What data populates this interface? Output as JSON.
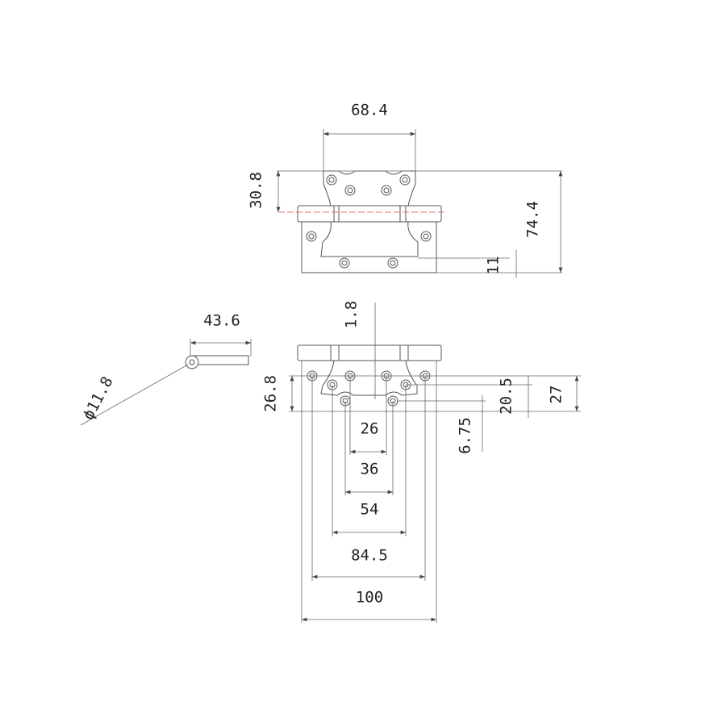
{
  "title": "Hinge technical drawing",
  "top_view": {
    "dims": {
      "width_top_leaf": "68.4",
      "top_to_pin": "30.8",
      "overall_height": "74.4",
      "bottom_offset": "11"
    }
  },
  "front_view": {
    "dims": {
      "pin_offset": "1.8",
      "hole_row_span": "26.8",
      "right_span": "27",
      "mid_span": "20.5",
      "low_hole": "6.75",
      "h26": "26",
      "h36": "36",
      "h54": "54",
      "h84": "84.5",
      "h100": "100"
    }
  },
  "side_view": {
    "dims": {
      "leaf_length": "43.6",
      "knuckle_diameter": "ϕ11.8"
    }
  },
  "colors": {
    "line": "#555555",
    "centerline": "#e05050"
  }
}
